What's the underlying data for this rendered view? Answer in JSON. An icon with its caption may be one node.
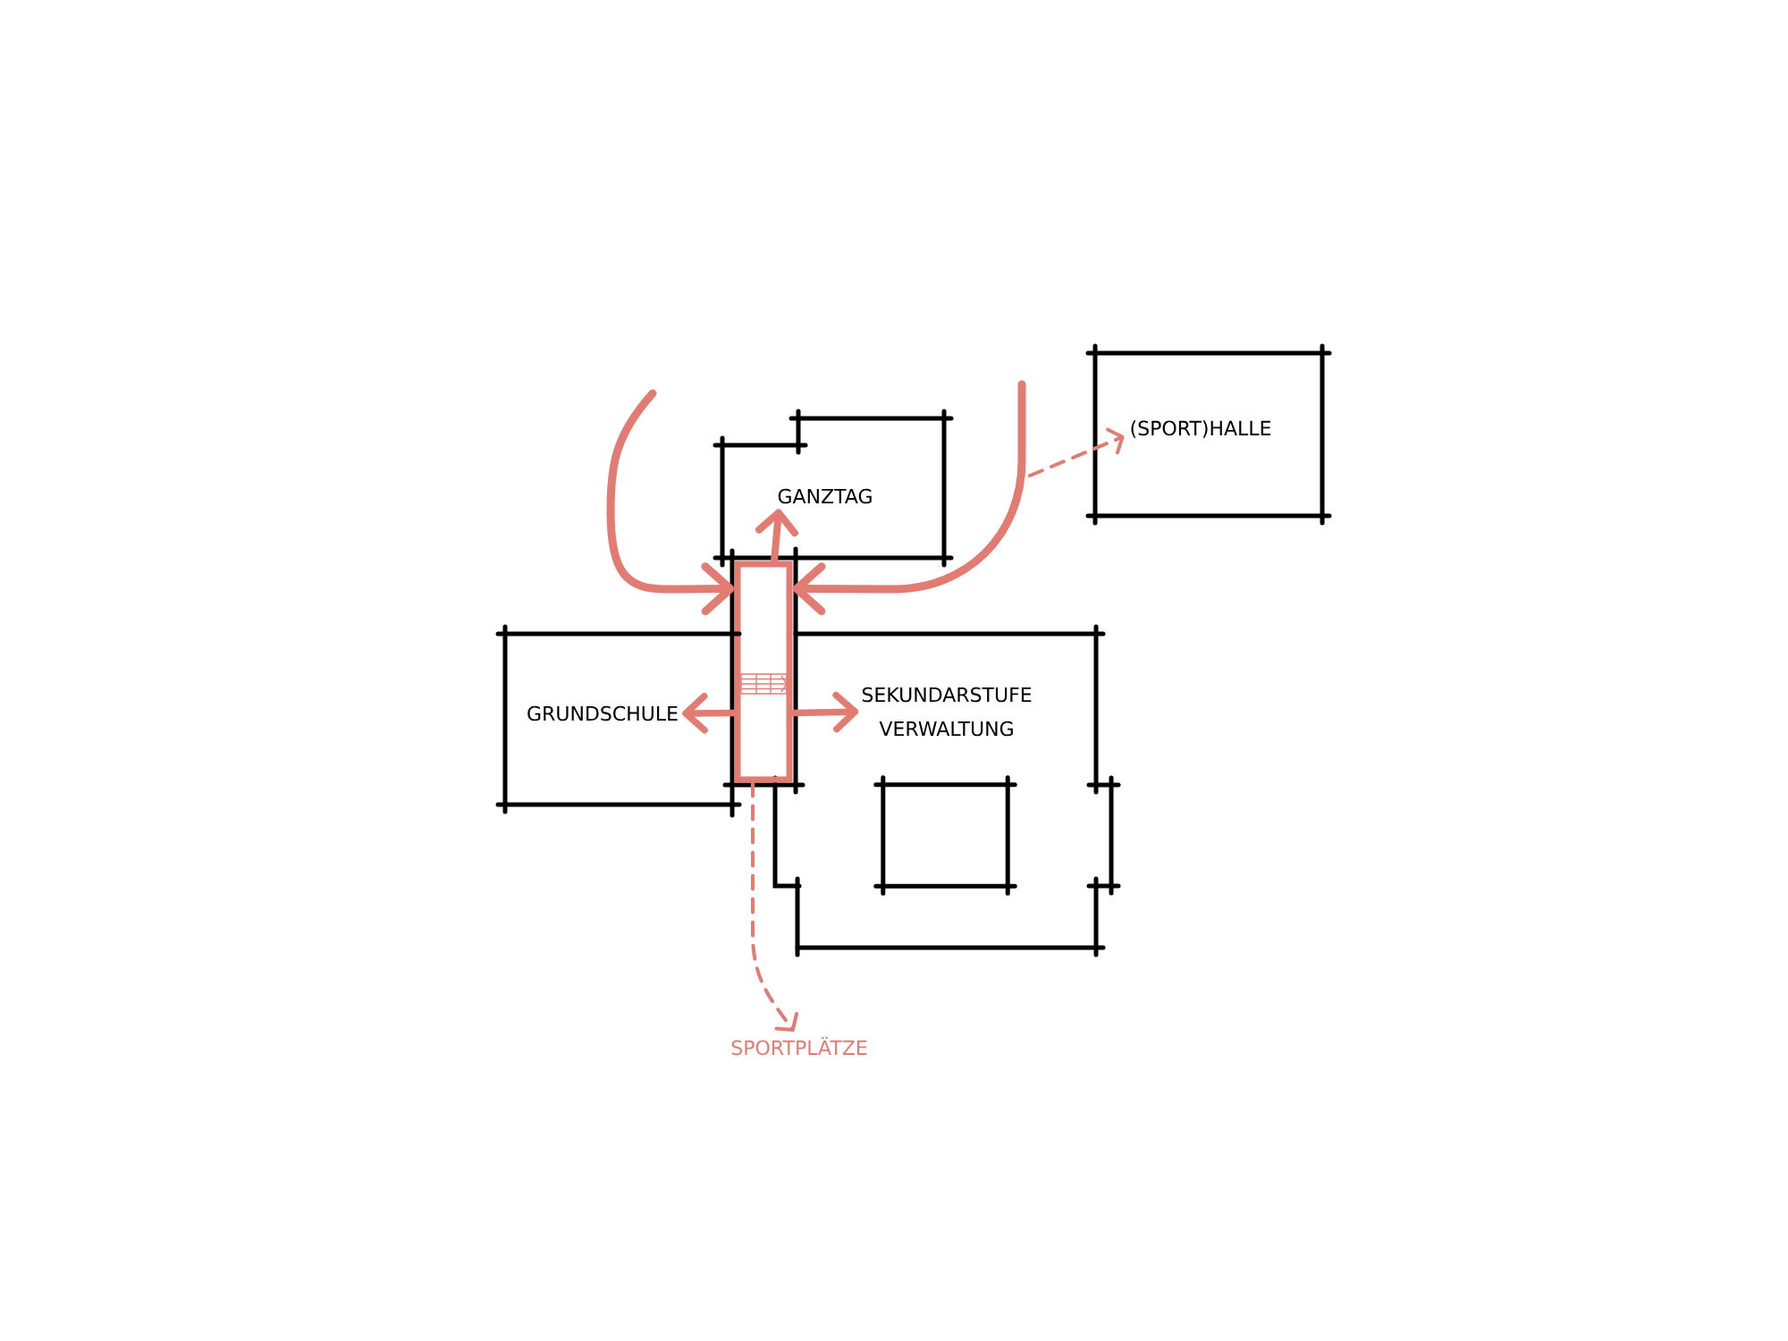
{
  "diagram": {
    "nodes": [
      {
        "text": [
          "GANZTAG"
        ]
      },
      {
        "text": [
          "(SPORT)HALLE"
        ]
      },
      {
        "text": [],
        "shape": "box"
      },
      {
        "text": [
          "GRUNDSCHULE"
        ]
      },
      {
        "text": [
          "SEKUNDARSTUFE",
          "VERWALTUNG"
        ]
      },
      {
        "text": [],
        "shape": "box",
        "in": 4
      },
      {
        "text": [
          "SPORTPLÄTZE"
        ]
      }
    ],
    "edges": [
      {
        "from": null,
        "to": 2,
        "arrow": "to"
      },
      {
        "from": null,
        "to": 2,
        "arrow": "to"
      },
      {
        "from": 2,
        "to": 0,
        "arrow": "to"
      },
      {
        "from": 2,
        "to": 3,
        "arrow": "to"
      },
      {
        "from": 2,
        "to": 4,
        "arrow": "to"
      },
      {
        "from": null,
        "to": 1,
        "arrow": "to",
        "style": "dashed"
      },
      {
        "from": 2,
        "to": 6,
        "arrow": "to",
        "style": "dashed"
      }
    ]
  }
}
